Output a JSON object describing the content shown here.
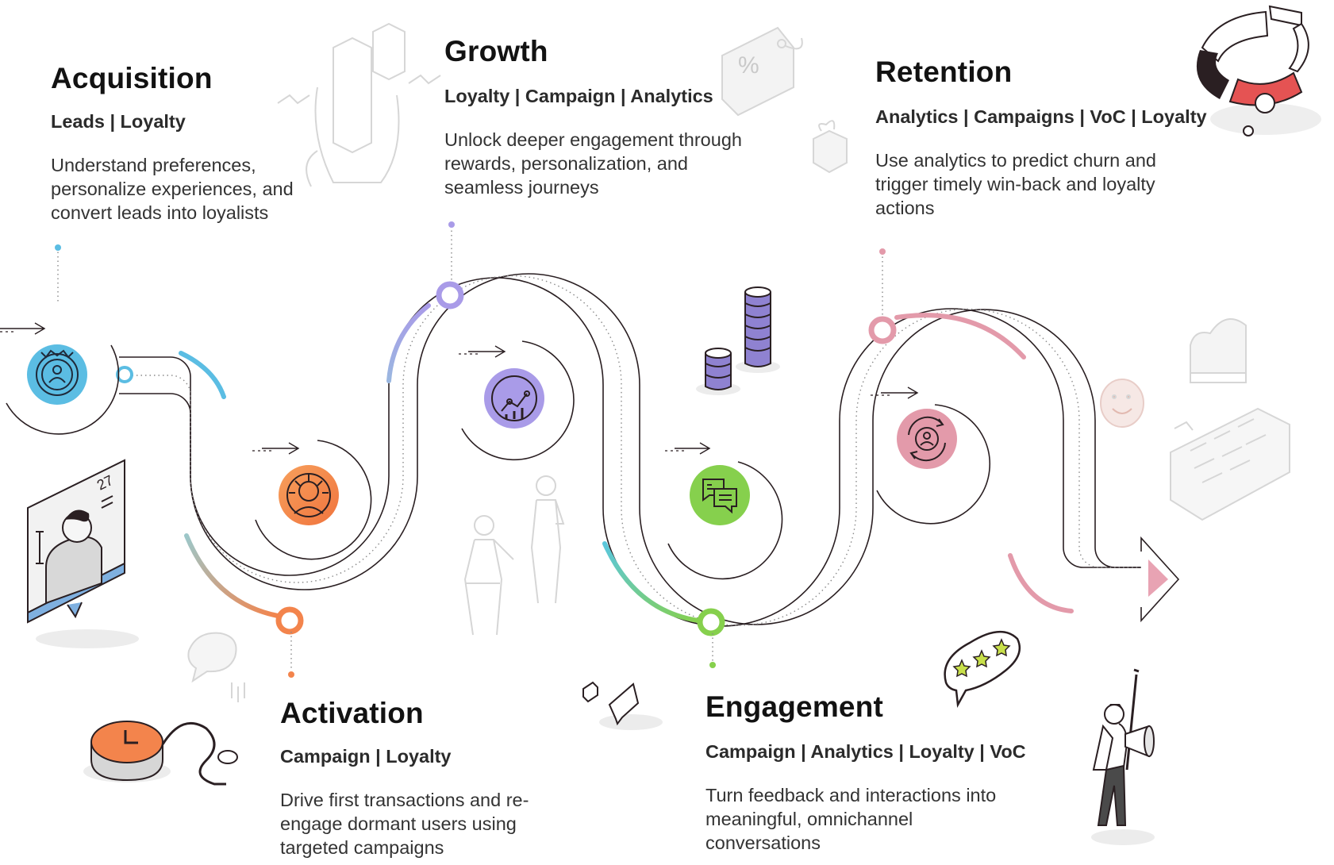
{
  "stages": [
    {
      "title": "Acquisition",
      "tags": "Leads | Loyalty",
      "description": "Understand preferences, personalize experiences, and convert leads into loyalists",
      "color": "#5bbde3"
    },
    {
      "title": "Activation",
      "tags": "Campaign | Loyalty",
      "description": "Drive first transactions and re-engage dormant users using targeted campaigns",
      "color": "#f3844c"
    },
    {
      "title": "Growth",
      "tags": "Loyalty | Campaign | Analytics",
      "description": "Unlock deeper engagement through rewards, personalization, and seamless journeys",
      "color": "#a99be8"
    },
    {
      "title": "Engagement",
      "tags": "Campaign | Analytics | Loyalty | VoC",
      "description": "Turn feedback and interactions into meaningful, omnichannel conversations",
      "color": "#86d04d"
    },
    {
      "title": "Retention",
      "tags": "Analytics | Campaigns | VoC | Loyalty",
      "description": "Use analytics to predict churn and trigger timely win-back and loyalty actions",
      "color": "#e39aaa"
    }
  ],
  "icons": {
    "acquisition": "target-user-icon",
    "activation": "activation-arrows-user-icon",
    "growth": "growth-chart-icon",
    "engagement": "chat-bubbles-icon",
    "retention": "refresh-user-icon",
    "calendar_day": "27"
  },
  "colors": {
    "path_line": "#2a1f22",
    "dotted": "#8a8a8a",
    "illustration_gray": "#d8d8d8"
  }
}
